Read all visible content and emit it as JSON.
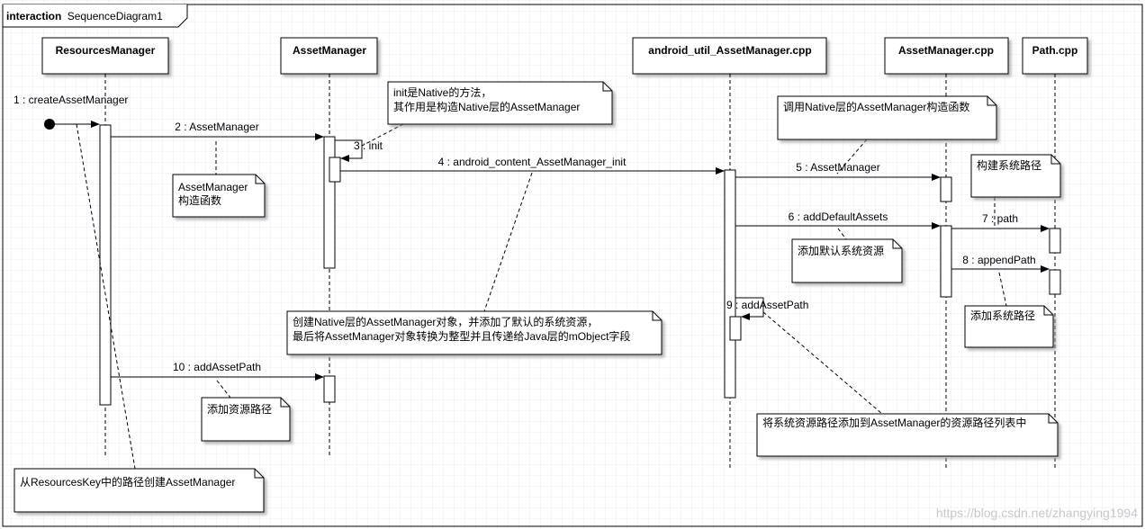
{
  "frame": {
    "keyword": "interaction",
    "name": "SequenceDiagram1"
  },
  "lifelines": [
    {
      "id": "rm",
      "name": "ResourcesManager"
    },
    {
      "id": "am",
      "name": "AssetManager"
    },
    {
      "id": "jni",
      "name": "android_util_AssetManager.cpp"
    },
    {
      "id": "amcpp",
      "name": "AssetManager.cpp"
    },
    {
      "id": "path",
      "name": "Path.cpp"
    }
  ],
  "messages": [
    {
      "id": "m1",
      "label": "1 : createAssetManager"
    },
    {
      "id": "m2",
      "label": "2 : AssetManager"
    },
    {
      "id": "m3",
      "label": "3 : init"
    },
    {
      "id": "m4",
      "label": "4 : android_content_AssetManager_init"
    },
    {
      "id": "m5",
      "label": "5 : AssetManager"
    },
    {
      "id": "m6",
      "label": "6 : addDefaultAssets"
    },
    {
      "id": "m7",
      "label": "7 : path"
    },
    {
      "id": "m8",
      "label": "8 : appendPath"
    },
    {
      "id": "m9",
      "label": "9 : addAssetPath"
    },
    {
      "id": "m10",
      "label": "10 : addAssetPath"
    }
  ],
  "notes": [
    {
      "id": "n1",
      "lines": [
        "init是Native的方法，",
        "其作用是构造Native层的AssetManager"
      ]
    },
    {
      "id": "n2",
      "lines": [
        "AssetManager",
        "构造函数"
      ]
    },
    {
      "id": "n3",
      "lines": [
        "调用Native层的AssetManager构造函数"
      ]
    },
    {
      "id": "n4",
      "lines": [
        "构建系统路径"
      ]
    },
    {
      "id": "n5",
      "lines": [
        "添加默认系统资源"
      ]
    },
    {
      "id": "n6",
      "lines": [
        "添加系统路径"
      ]
    },
    {
      "id": "n7",
      "lines": [
        "创建Native层的AssetManager对象，并添加了默认的系统资源，",
        "最后将AssetManager对象转换为整型并且传递给Java层的mObject字段"
      ]
    },
    {
      "id": "n8",
      "lines": [
        "添加资源路径"
      ]
    },
    {
      "id": "n9",
      "lines": [
        "将系统资源路径添加到AssetManager的资源路径列表中"
      ]
    },
    {
      "id": "n10",
      "lines": [
        "从ResourcesKey中的路径创建AssetManager"
      ]
    }
  ],
  "watermark": "https://blog.csdn.net/zhangying1994"
}
